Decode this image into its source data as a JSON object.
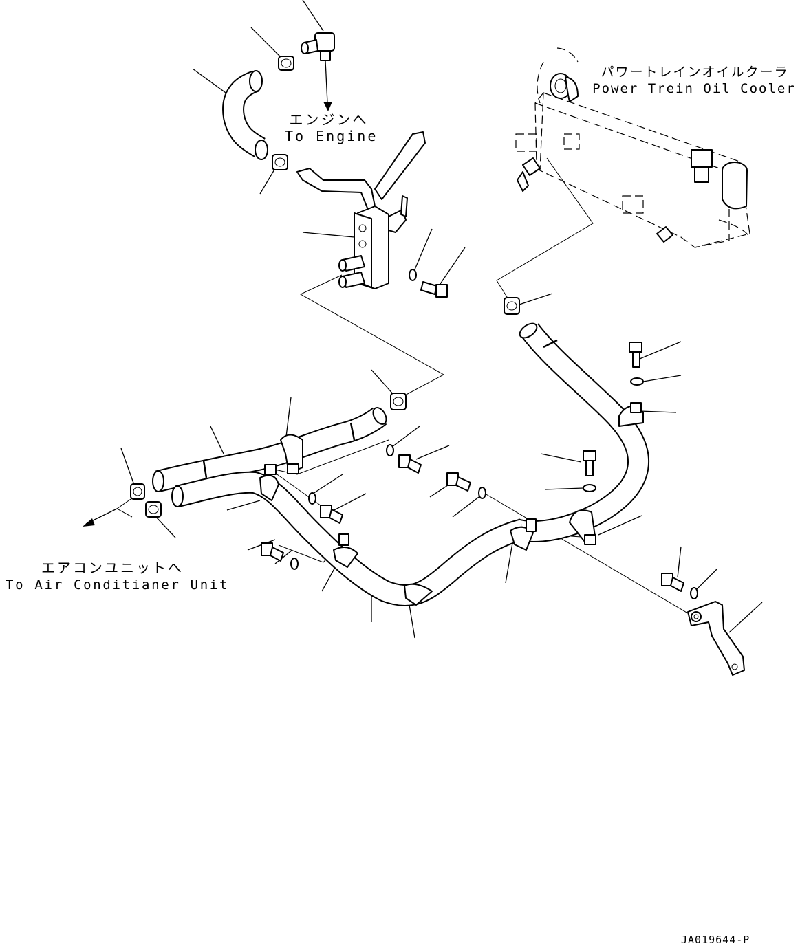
{
  "labels": {
    "to_engine_jp": "エンジンへ",
    "to_engine_en": "To Engine",
    "oil_cooler_jp": "パワートレインオイルクーラ",
    "oil_cooler_en": "Power Trein Oil Cooler",
    "to_ac_jp": "エアコンユニットへ",
    "to_ac_en": "To Air Conditianer Unit",
    "drawing_number": "JA019644-P"
  },
  "colors": {
    "line": "#000000",
    "background": "#ffffff"
  }
}
